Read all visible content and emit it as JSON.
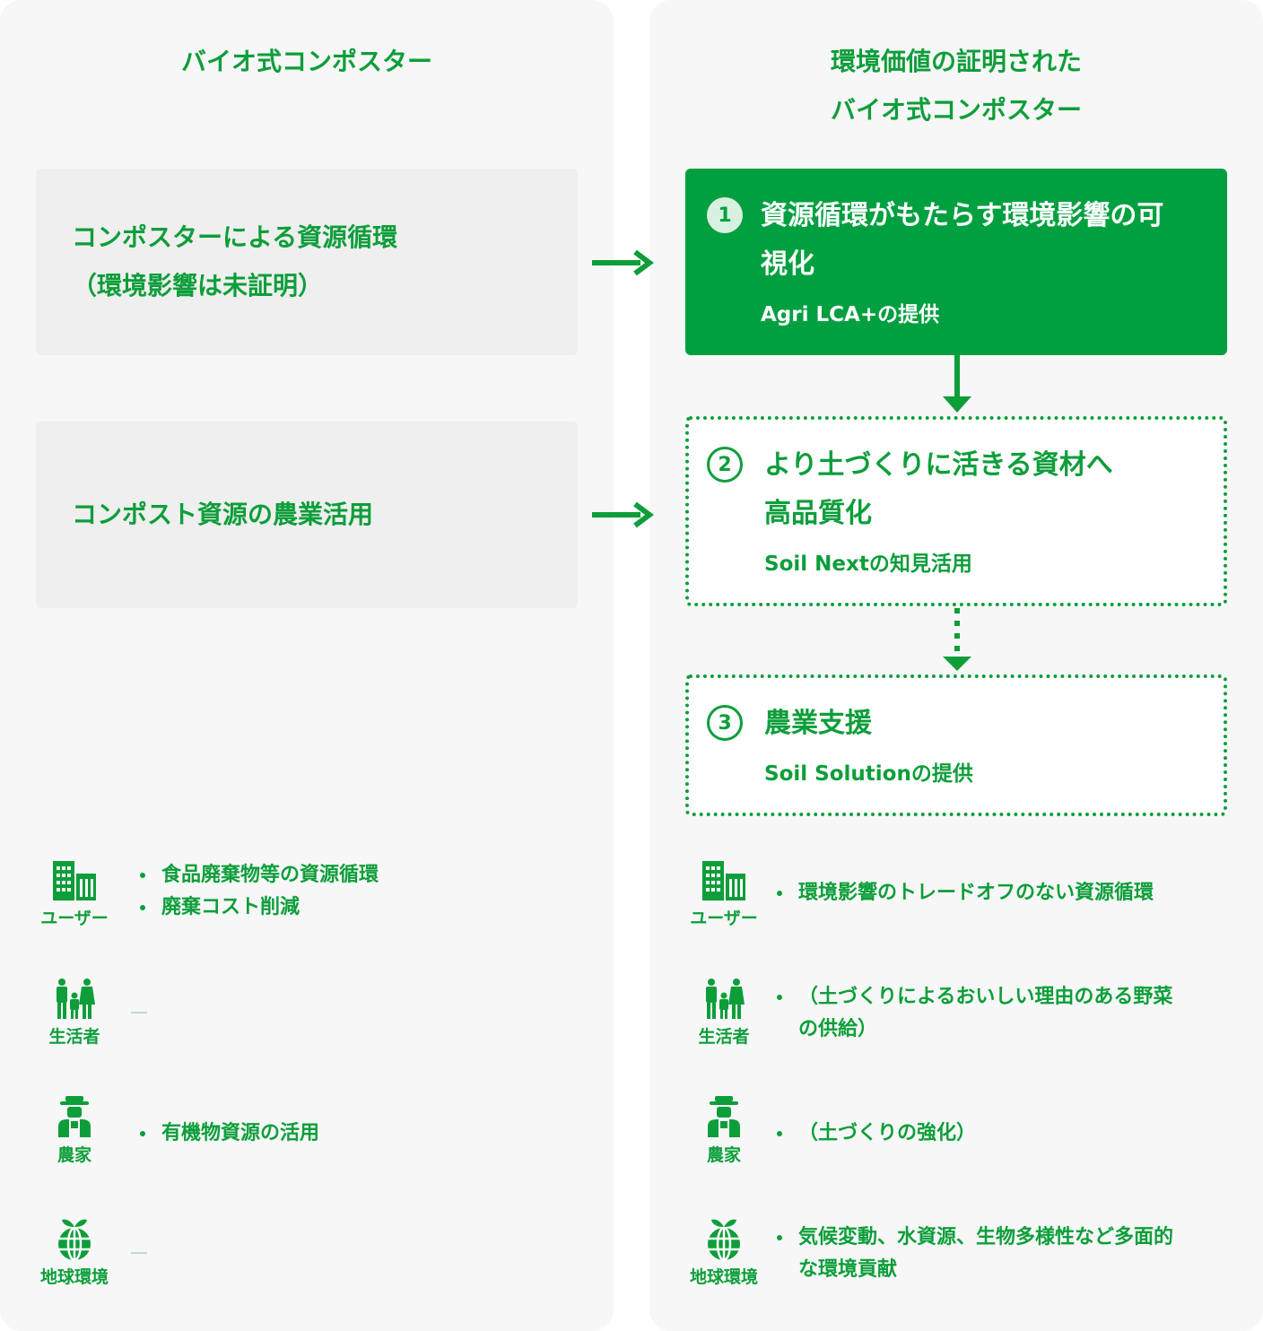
{
  "left_column": {
    "title": "バイオ式コンポスター",
    "boxes": [
      {
        "line1": "コンポスターによる資源循環",
        "line2": "（環境影響は未証明）"
      },
      {
        "line1": "コンポスト資源の農業活用"
      }
    ]
  },
  "right_column": {
    "title_line1": "環境価値の証明された",
    "title_line2": "バイオ式コンポスター",
    "steps": [
      {
        "number": "1",
        "title_line1": "資源循環がもたらす環境影響の可",
        "title_line2": "視化",
        "subtitle": "Agri LCA+の提供"
      },
      {
        "number": "2",
        "title_line1": "より土づくりに活きる資材へ",
        "title_line2": "高品質化",
        "subtitle": "Soil Nextの知見活用"
      },
      {
        "number": "3",
        "title_line1": "農業支援",
        "subtitle": "Soil Solutionの提供"
      }
    ]
  },
  "stakeholders": [
    {
      "label": "ユーザー",
      "icon": "building-icon",
      "left": [
        "食品廃棄物等の資源循環",
        "廃棄コスト削減"
      ],
      "right": [
        "環境影響のトレードオフのない資源循環"
      ]
    },
    {
      "label": "生活者",
      "icon": "family-icon",
      "left": [],
      "right_line1": "（土づくりによるおいしい理由のある野菜",
      "right_line2": "の供給）"
    },
    {
      "label": "農家",
      "icon": "farmer-icon",
      "left": [
        "有機物資源の活用"
      ],
      "right": [
        "（土づくりの強化）"
      ]
    },
    {
      "label": "地球環境",
      "icon": "globe-sprout-icon",
      "left": [],
      "right_line1": "気候変動、水資源、生物多様性など多面的",
      "right_line2": "な環境貢献"
    }
  ],
  "colors": {
    "brand_green": "#00a040",
    "text_green": "#0d9e3a",
    "panel_grey": "#efefef",
    "number_badge_bg": "#d8f0df"
  }
}
